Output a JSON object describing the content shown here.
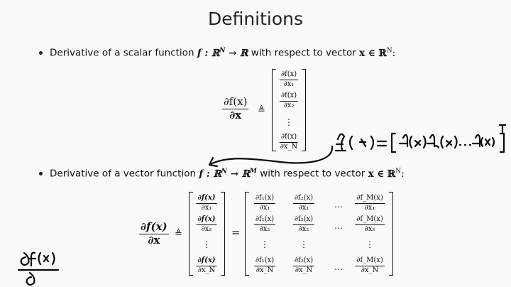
{
  "slide": {
    "title": "Definitions",
    "bullet1": {
      "text": "Derivative of a scalar function",
      "mid": "with respect to vector",
      "f_map": "f : ℝ",
      "sup_N": "N",
      "arrow_R": "→ ℝ",
      "x_in": "x ∈ ℝ",
      "colon": ":"
    },
    "bullet2": {
      "text": "Derivative of a vector function",
      "mid": "with respect to vector",
      "f_map": "f : ℝ",
      "sup_N": "N",
      "arrow_R": "→ ℝ",
      "sup_M": "M",
      "x_in": "x ∈ ℝ",
      "colon": ":"
    },
    "eq1": {
      "lhs_num": "∂f(x)",
      "lhs_den": "∂x",
      "defeq": "≜",
      "entries": [
        {
          "num": "∂f(x)",
          "den": "∂x₁"
        },
        {
          "num": "∂f(x)",
          "den": "∂x₂"
        },
        {
          "num": "∂f(x)",
          "den": "∂x_N"
        }
      ]
    },
    "eq2": {
      "lhs_num": "∂f(x)",
      "lhs_den": "∂x",
      "defeq": "≜",
      "equals": "=",
      "col_entries": [
        {
          "num": "∂f(x)",
          "den": "∂x₁"
        },
        {
          "num": "∂f(x)",
          "den": "∂x₂"
        },
        {
          "num": "∂f(x)",
          "den": "∂x_N"
        }
      ],
      "matrix": [
        [
          {
            "num": "∂f₁(x)",
            "den": "∂x₁"
          },
          {
            "num": "∂f₂(x)",
            "den": "∂x₁"
          },
          {
            "num": "∂f_M(x)",
            "den": "∂x₁"
          }
        ],
        [
          {
            "num": "∂f₁(x)",
            "den": "∂x₂"
          },
          {
            "num": "∂f₂(x)",
            "den": "∂x₂"
          },
          {
            "num": "∂f_M(x)",
            "den": "∂x₂"
          }
        ],
        [
          {
            "num": "∂f₁(x)",
            "den": "∂x_N"
          },
          {
            "num": "∂f₂(x)",
            "den": "∂x_N"
          },
          {
            "num": "∂f_M(x)",
            "den": "∂x_N"
          }
        ]
      ],
      "hdots": "…",
      "vdots": "⋮"
    }
  }
}
